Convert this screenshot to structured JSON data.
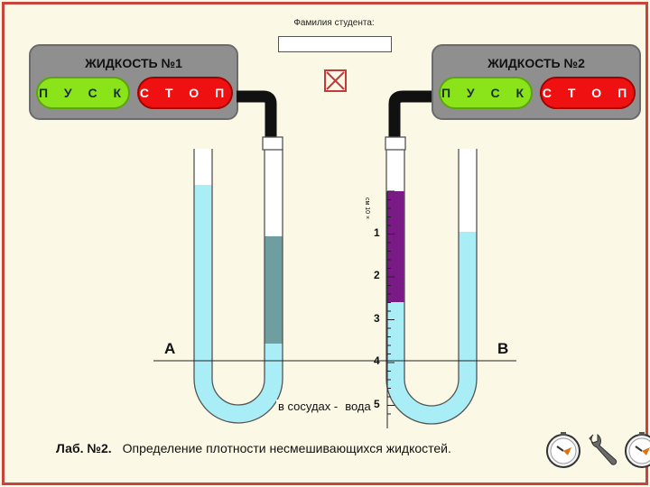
{
  "student": {
    "label": "Фамилия студента:",
    "value": ""
  },
  "panels": [
    {
      "title": "ЖИДКОСТЬ №1",
      "start": "П У С К",
      "stop": "С Т О П"
    },
    {
      "title": "ЖИДКОСТЬ №2",
      "start": "П У С К",
      "stop": "С Т О П"
    }
  ],
  "markers": {
    "a": "A",
    "b": "B"
  },
  "scale": {
    "unit": "см 10 ×",
    "ticks": [
      "1",
      "2",
      "3",
      "4",
      "5"
    ]
  },
  "vessel": {
    "text": "в сосудах -",
    "liquid": "вода"
  },
  "caption": {
    "lab": "Лаб. №2.",
    "title": "Определение плотности несмешивающихся жидкостей."
  },
  "tools": [
    "stopwatch-left-icon",
    "wrench-icon",
    "stopwatch-right-icon"
  ],
  "colors": {
    "water": "#a9eef6",
    "liquid1": "#6e9ea0",
    "liquid2": "#7a1a86",
    "panel": "#8f8f8f",
    "start": "#8be31a",
    "stop": "#ef1111",
    "frame": "#c9443c"
  }
}
